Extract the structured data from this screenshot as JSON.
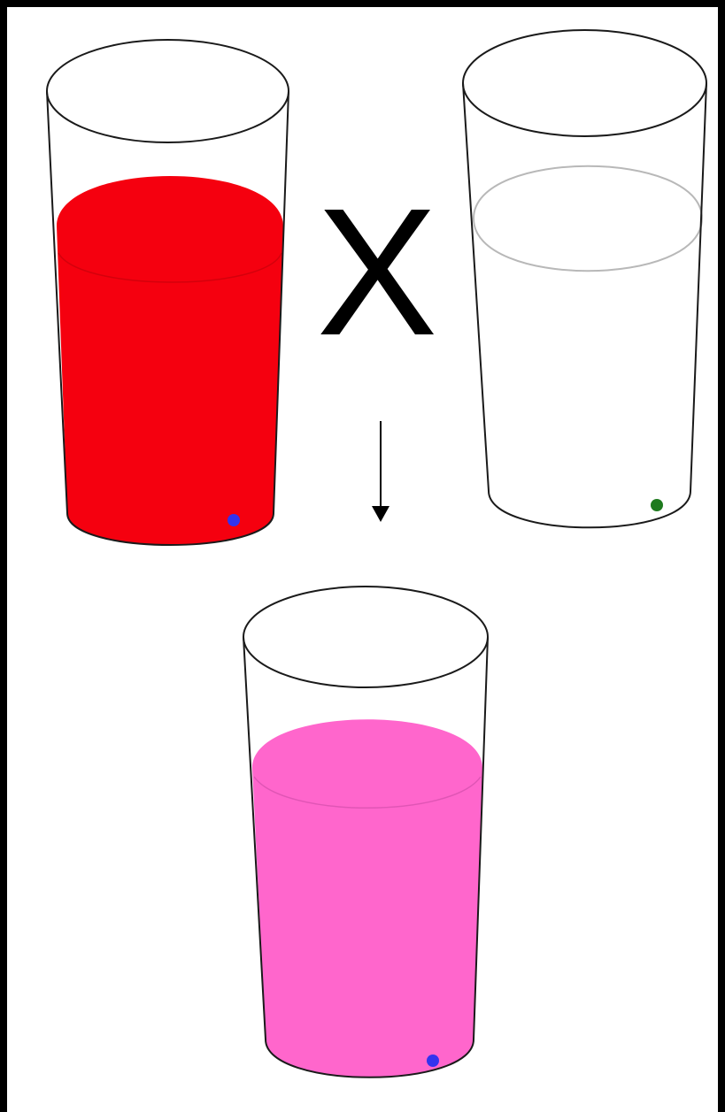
{
  "colors": {
    "frame": "#000000",
    "background": "#ffffff",
    "outline": "#1a1a1a",
    "red_liquid": "#f5000f",
    "clear_liquid": "#ffffff",
    "pink_liquid": "#ff66cc",
    "blue_dot": "#3333ee",
    "green_dot": "#1e7a1e"
  },
  "cross_symbol": "X",
  "glasses": [
    {
      "name": "red-glass",
      "liquid": "red",
      "dot": "blue"
    },
    {
      "name": "clear-glass",
      "liquid": "clear",
      "dot": "green"
    },
    {
      "name": "pink-glass",
      "liquid": "pink",
      "dot": "blue"
    }
  ]
}
